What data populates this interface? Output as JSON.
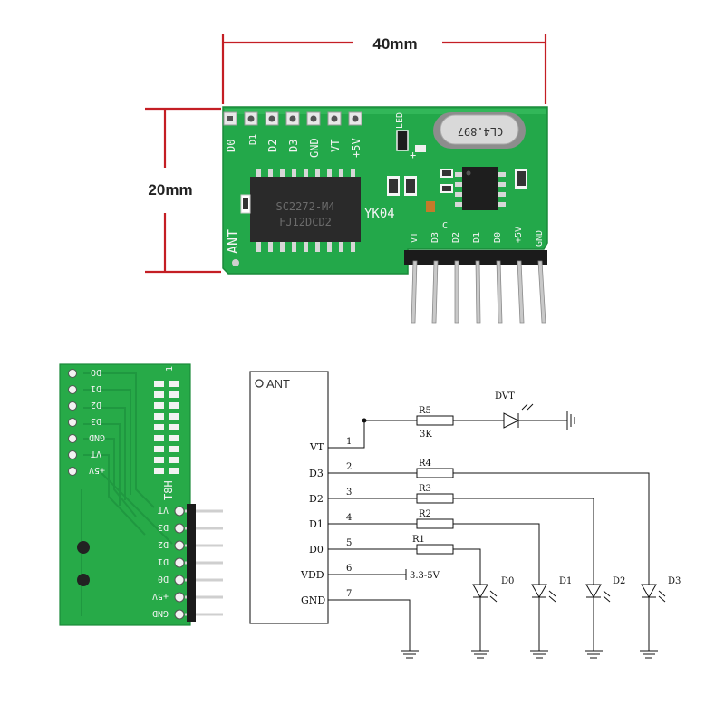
{
  "dimensions": {
    "width": "40mm",
    "height": "20mm"
  },
  "front_board": {
    "top_pin_labels": [
      "D0",
      "D1",
      "D2",
      "D3",
      "GND",
      "VT",
      "+5V"
    ],
    "led_label": "LED",
    "led_sign": "+",
    "chip_line1": "SC2272-M4",
    "chip_line2": "FJ12DCD2",
    "model": "YK04",
    "crystal": "CL4.897",
    "antenna": "ANT",
    "header_labels": [
      "VT",
      "D3",
      "D2",
      "D1",
      "D0",
      "+5V",
      "GND"
    ],
    "cap_label": "C"
  },
  "back_board": {
    "left_labels": [
      "DO",
      "D1",
      "D2",
      "D3",
      "GND",
      "VT",
      "+5V"
    ],
    "right_labels": [
      "VT",
      "D3",
      "D2",
      "D1",
      "D0",
      "+5V",
      "GND"
    ],
    "marking_top": "1",
    "marking_mid": "T8H"
  },
  "schematic": {
    "ant_label": "ANT",
    "pins": [
      {
        "name": "VT",
        "num": "1"
      },
      {
        "name": "D3",
        "num": "2"
      },
      {
        "name": "D2",
        "num": "3"
      },
      {
        "name": "D1",
        "num": "4"
      },
      {
        "name": "D0",
        "num": "5"
      },
      {
        "name": "VDD",
        "num": "6"
      },
      {
        "name": "GND",
        "num": "7"
      }
    ],
    "r5_label": "R5",
    "r5_value": "3K",
    "dvt_label": "DVT",
    "resistors": [
      "R4",
      "R3",
      "R2",
      "R1"
    ],
    "vdd_value": "3.3-5V",
    "leds": [
      "D0",
      "D1",
      "D2",
      "D3"
    ]
  },
  "colors": {
    "pcb": "#23a84a",
    "pcb_light": "#3cc264",
    "chip": "#2a2a2a",
    "pin": "#c9c9c9",
    "dim_line": "#c41e24"
  }
}
